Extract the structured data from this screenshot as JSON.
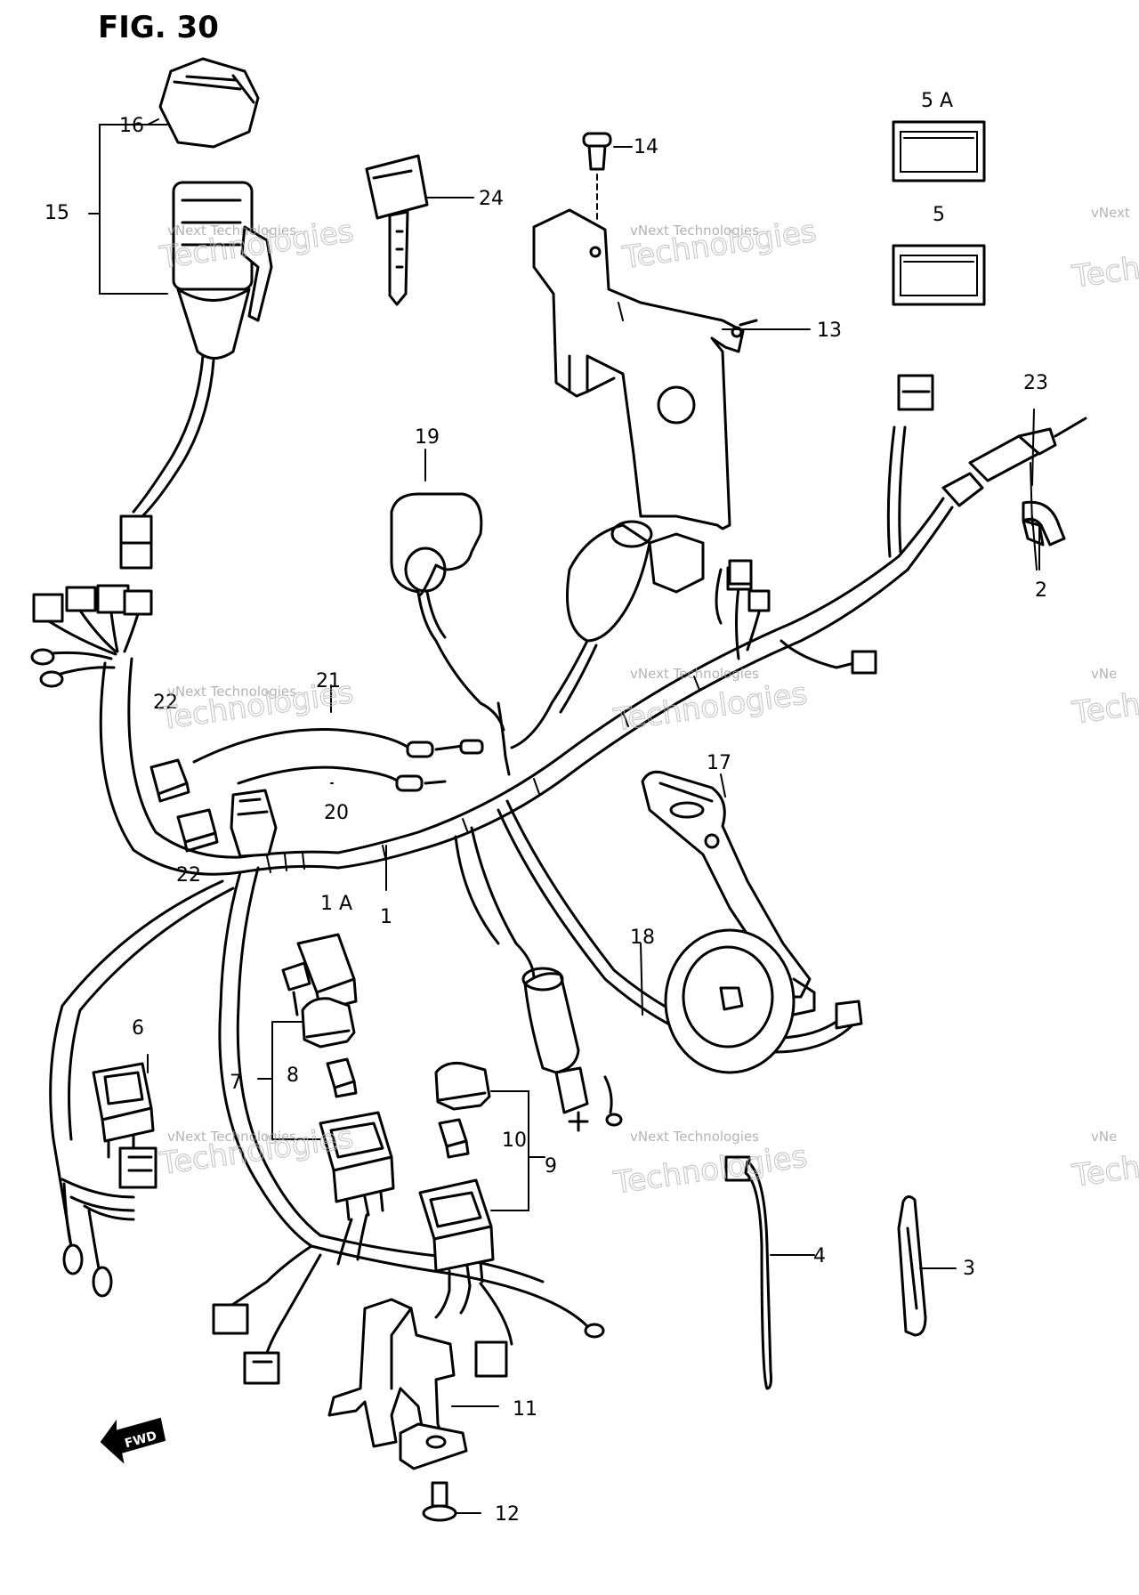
{
  "figure": {
    "title": "FIG. 30"
  },
  "callouts": [
    {
      "id": "1",
      "text": "1"
    },
    {
      "id": "1A",
      "text": "1 A"
    },
    {
      "id": "2",
      "text": "2"
    },
    {
      "id": "3",
      "text": "3"
    },
    {
      "id": "4",
      "text": "4"
    },
    {
      "id": "5",
      "text": "5"
    },
    {
      "id": "5A",
      "text": "5 A"
    },
    {
      "id": "6",
      "text": "6"
    },
    {
      "id": "7",
      "text": "7"
    },
    {
      "id": "8",
      "text": "8"
    },
    {
      "id": "9",
      "text": "9"
    },
    {
      "id": "10",
      "text": "10"
    },
    {
      "id": "11",
      "text": "11"
    },
    {
      "id": "12",
      "text": "12"
    },
    {
      "id": "13",
      "text": "13"
    },
    {
      "id": "14",
      "text": "14"
    },
    {
      "id": "15",
      "text": "15"
    },
    {
      "id": "16",
      "text": "16"
    },
    {
      "id": "17",
      "text": "17"
    },
    {
      "id": "18",
      "text": "18"
    },
    {
      "id": "19",
      "text": "19"
    },
    {
      "id": "20",
      "text": "20"
    },
    {
      "id": "21",
      "text": "21"
    },
    {
      "id": "22a",
      "text": "22"
    },
    {
      "id": "22b",
      "text": "22"
    },
    {
      "id": "23",
      "text": "23"
    },
    {
      "id": "24",
      "text": "24"
    }
  ],
  "direction_arrow": {
    "text": "FWD"
  },
  "watermark": {
    "line1": "vNext Technologies",
    "line2": "Technologies",
    "partial_line1": "vNext",
    "partial_line2": "Techn",
    "partial_line1b": "vNe",
    "partial_line2b": "Techr"
  },
  "colors": {
    "ink": "#000000",
    "paper": "#ffffff",
    "watermark": "#9a9a9a"
  }
}
